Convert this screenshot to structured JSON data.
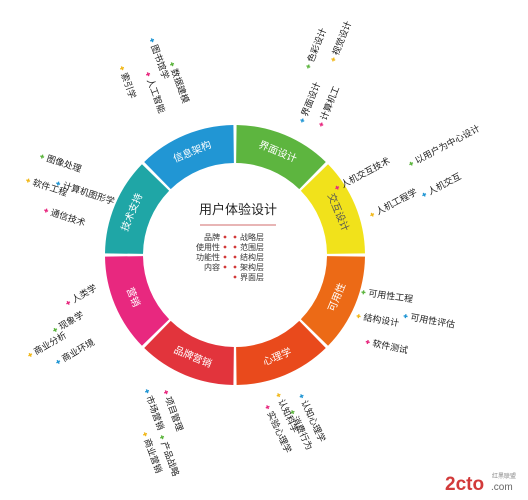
{
  "center": {
    "title": "用户体验设计",
    "left_list": [
      "品牌",
      "使用性",
      "功能性",
      "内容"
    ],
    "right_list": [
      "战略层",
      "范围层",
      "结构层",
      "架构层",
      "界面层"
    ]
  },
  "segments": [
    {
      "label": "界面设计",
      "color": "#5db53f"
    },
    {
      "label": "交互设计",
      "color": "#f1e21b"
    },
    {
      "label": "可用性",
      "color": "#ec6a16"
    },
    {
      "label": "心理学",
      "color": "#e94a1c"
    },
    {
      "label": "品牌营销",
      "color": "#e2343c"
    },
    {
      "label": "营销",
      "color": "#e8287f"
    },
    {
      "label": "技术支持",
      "color": "#1fa6a6"
    },
    {
      "label": "信息架构",
      "color": "#2196d4"
    }
  ],
  "branches": [
    {
      "items": [
        "界面设计",
        "计算机工",
        "色彩设计",
        "视觉设计"
      ]
    },
    {
      "items": [
        "人机交互技术",
        "以用户为中心设计",
        "人机工程学",
        "人机交互"
      ]
    },
    {
      "items": [
        "可用性工程",
        "结构设计",
        "可用性评估",
        "软件测试"
      ]
    },
    {
      "items": [
        "认知科学",
        "认知心理学",
        "实验心理学",
        "消费行为"
      ]
    },
    {
      "items": [
        "市场营销",
        "项目管理",
        "产品战略",
        "商业营销"
      ]
    },
    {
      "items": [
        "人类学",
        "现象学",
        "商业分析",
        "商业环境"
      ]
    },
    {
      "items": [
        "图像处理",
        "软件工程",
        "计算机图形学",
        "通信技术"
      ]
    },
    {
      "items": [
        "索引学",
        "图书馆学",
        "人工智能",
        "数据建模"
      ]
    }
  ],
  "watermark": {
    "brand": "2cto",
    "suffix": ".com",
    "sub": "红黑联盟"
  }
}
